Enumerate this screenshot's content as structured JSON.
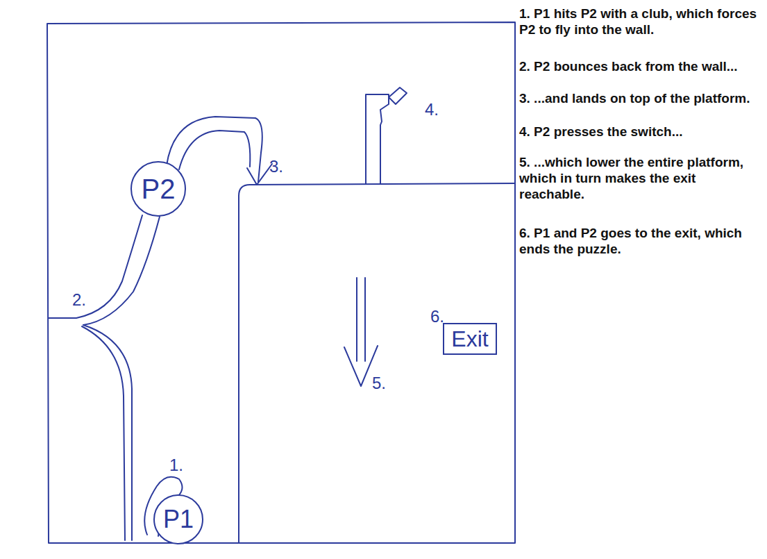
{
  "diagram": {
    "nodes": [
      {
        "text": [
          "P2"
        ]
      },
      {
        "text": [
          "Exit"
        ]
      },
      {
        "text": [
          "P1"
        ]
      }
    ],
    "labels": [
      "4.",
      "3.",
      "2.",
      "6.",
      "5.",
      "1.",
      "1. P1 hits P2 with a club, which forces P2 to fly into the wall.",
      "2. P2 bounces back from the wall...",
      "3. ...and lands on top of the platform.",
      "4. P2 presses the switch...",
      "5. ...which lower the entire platform, which in turn makes the exit reachable.",
      "6. P1 and P2 goes to the exit, which ends the puzzle."
    ]
  }
}
